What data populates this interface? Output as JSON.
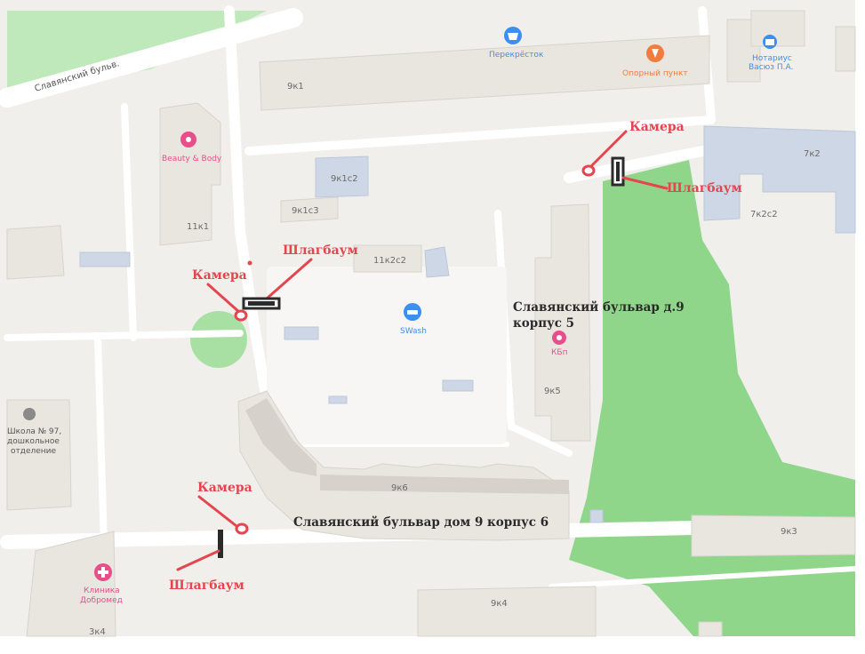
{
  "map": {
    "street_name": "Славянский бульв.",
    "houses": {
      "h9k1": "9к1",
      "h9k1c2": "9к1с2",
      "h9k1c3": "9к1с3",
      "h11k1": "11к1",
      "h11k2c2": "11к2с2",
      "h9k5": "9к5",
      "h9k6": "9к6",
      "h9k3": "9к3",
      "h9k4": "9к4",
      "h3k4": "3к4",
      "h7k2": "7к2",
      "h7k2c2": "7к2с2"
    },
    "pois": {
      "perekrestok": "Перекрёсток",
      "opornyi_punkt": "Опорный пункт",
      "notarius_line1": "Нотариус",
      "notarius_line2": "Васюз П.А.",
      "beauty": "Beauty & Body",
      "swash": "SWash",
      "kb": "КБп",
      "school_line1": "Школа № 97,",
      "school_line2": "дошкольное",
      "school_line3": "отделение",
      "clinic_line1": "Клиника",
      "clinic_line2": "Добромед"
    },
    "colors": {
      "green_area": "#8fd68a",
      "annotation_red": "#e4454f",
      "poi_blue": "#3d8ef0",
      "poi_orange": "#f07c3d",
      "poi_pink": "#e64f8a"
    }
  },
  "annotations": {
    "camera_label": "Камера",
    "barrier_label": "Шлагбаум",
    "address_k5_line1": "Славянский бульвар д.9",
    "address_k5_line2": "корпус 5",
    "address_k6": "Славянский бульвар дом 9 корпус 6"
  }
}
